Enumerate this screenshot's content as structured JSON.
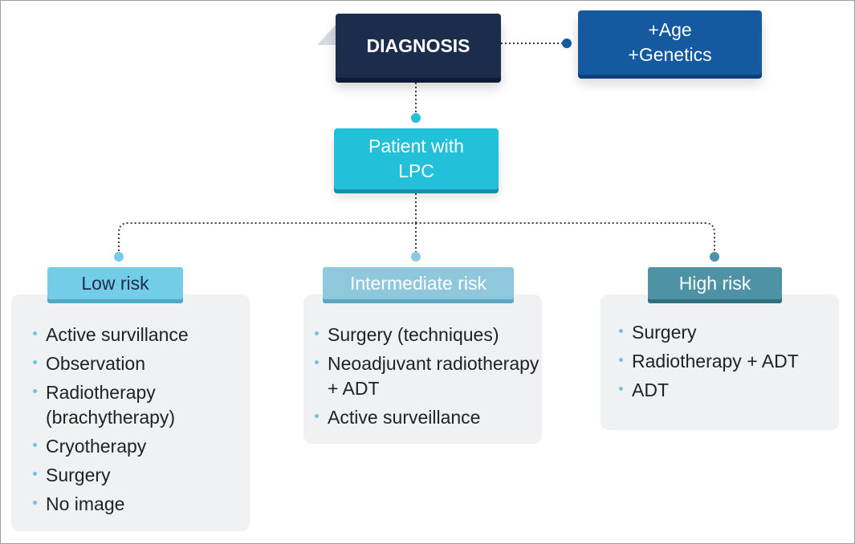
{
  "diagnosis": {
    "label": "DIAGNOSIS"
  },
  "modifiers": {
    "line1": "+Age",
    "line2": "+Genetics"
  },
  "patient": {
    "line1": "Patient with",
    "line2": "LPC"
  },
  "risk_groups": [
    {
      "label": "Low risk",
      "items": [
        "Active survillance",
        "Observation",
        "Radiotherapy (brachytherapy)",
        "Cryotherapy",
        "Surgery",
        "No image"
      ]
    },
    {
      "label": "Intermediate risk",
      "items": [
        "Surgery (techniques)",
        "Neoadjuvant radiotherapy + ADT",
        "Active surveillance"
      ]
    },
    {
      "label": "High risk",
      "items": [
        "Surgery",
        "Radiotherapy + ADT",
        "ADT"
      ]
    }
  ],
  "colors": {
    "diagnosis": "#1b2c4d",
    "modifiers": "#1559a0",
    "patient": "#23c0d9",
    "low": "#74cde6",
    "intermediate": "#8fc8dc",
    "high": "#4d93a5",
    "panel": "#f0f1f3",
    "connector": "#3a3f4a"
  }
}
